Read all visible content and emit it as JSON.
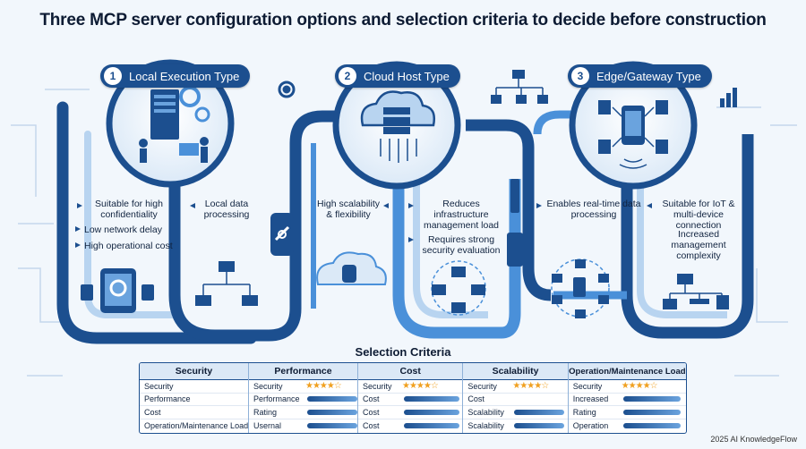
{
  "title": "Three MCP server configuration options and selection criteria to decide before construction",
  "options": [
    {
      "num": "1",
      "label": "Local Execution Type"
    },
    {
      "num": "2",
      "label": "Cloud Host Type"
    },
    {
      "num": "3",
      "label": "Edge/Gateway Type"
    }
  ],
  "local_labels": {
    "confidentiality": "Suitable for high confidentiality",
    "local_data": "Local data processing",
    "network_delay": "Low network delay",
    "operational_cost": "High operational cost"
  },
  "cloud_labels": {
    "scalability": "High scalability & flexibility",
    "infra_load": "Reduces infrastructure management load",
    "security_eval": "Requires strong security evaluation"
  },
  "edge_labels": {
    "realtime": "Enables real-time data processing",
    "iot": "Suitable for IoT & multi-device connection",
    "complexity": "Increased management complexity"
  },
  "selection": {
    "title": "Selection Criteria",
    "columns": [
      {
        "header": "Security",
        "rows": [
          "Security",
          "Performance",
          "Cost",
          "Operation/Maintenance Load"
        ]
      },
      {
        "header": "Performance",
        "rows": [
          "Security",
          "Performance",
          "Rating",
          "Usernal"
        ]
      },
      {
        "header": "Cost",
        "rows": [
          "Security",
          "Cost",
          "Cost",
          "Cost"
        ]
      },
      {
        "header": "Scalability",
        "rows": [
          "Security",
          "Cost",
          "Scalability",
          "Scalability"
        ]
      },
      {
        "header": "Operation/Maintenance Load",
        "rows": [
          "Security",
          "Increased",
          "Rating",
          "Operation"
        ]
      }
    ]
  },
  "footer": "2025 AI KnowledgeFlow",
  "colors": {
    "primary": "#1c4f8f",
    "light": "#4a90d9",
    "pale": "#b8d4f0",
    "star": "#f0a020"
  }
}
